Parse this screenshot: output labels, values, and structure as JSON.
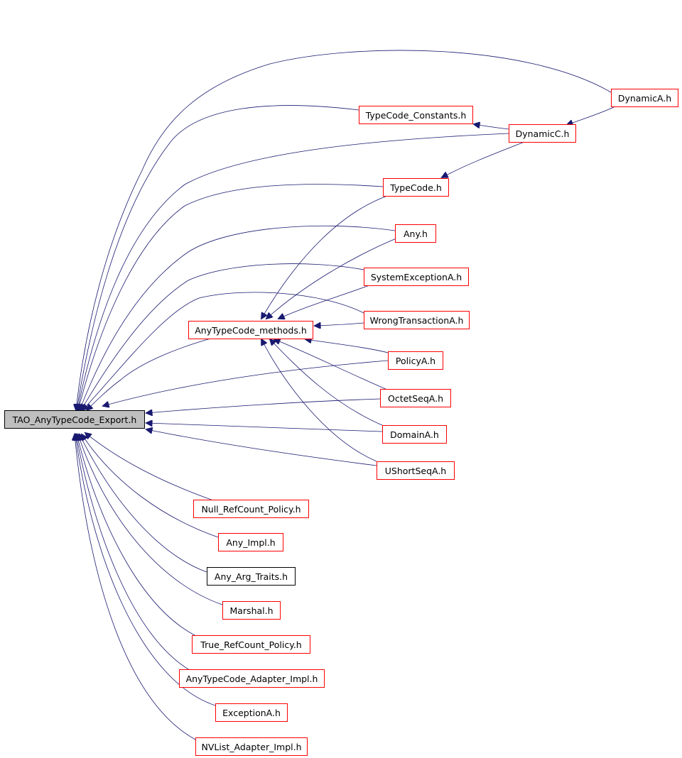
{
  "colors": {
    "edge": "#191970",
    "node_border": "#ff0000",
    "undocumented_border": "#000000",
    "root_fill": "#bfbfbf"
  },
  "nodes": {
    "root": "TAO_AnyTypeCode_Export.h",
    "methods": "AnyTypeCode_methods.h",
    "dynamica": "DynamicA.h",
    "tc_constants": "TypeCode_Constants.h",
    "dynamicc": "DynamicC.h",
    "typecode": "TypeCode.h",
    "any": "Any.h",
    "sysexc": "SystemExceptionA.h",
    "wrongtx": "WrongTransactionA.h",
    "policya": "PolicyA.h",
    "octetseq": "OctetSeqA.h",
    "domaina": "DomainA.h",
    "ushortseq": "UShortSeqA.h",
    "null_refcount": "Null_RefCount_Policy.h",
    "any_impl": "Any_Impl.h",
    "any_arg_traits": "Any_Arg_Traits.h",
    "marshal": "Marshal.h",
    "true_refcount": "True_RefCount_Policy.h",
    "adapter_impl": "AnyTypeCode_Adapter_Impl.h",
    "exceptiona": "ExceptionA.h",
    "nvlist": "NVList_Adapter_Impl.h"
  }
}
